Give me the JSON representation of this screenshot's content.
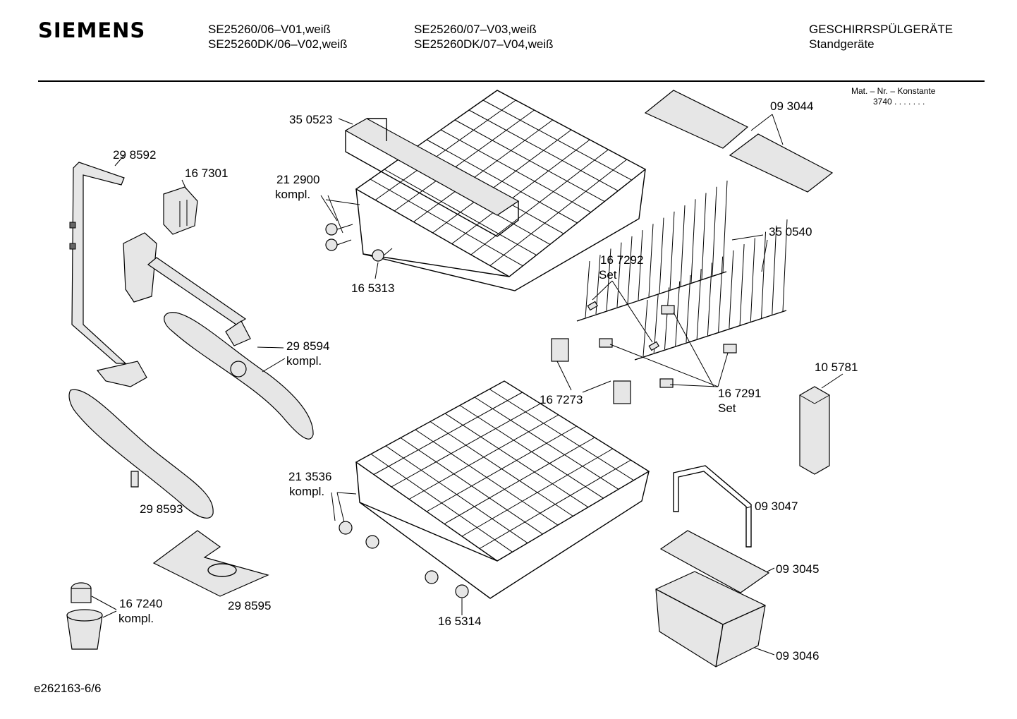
{
  "header": {
    "brand": "SIEMENS",
    "models_col1": [
      "SE25260/06–V01,weiß",
      "SE25260DK/06–V02,weiß"
    ],
    "models_col2": [
      "SE25260/07–V03,weiß",
      "SE25260DK/07–V04,weiß"
    ],
    "category": "GESCHIRRSPÜLGERÄTE",
    "subcategory": "Standgeräte",
    "constant_label": "Mat. – Nr. – Konstante",
    "constant_value": "3740 . . . . . . ."
  },
  "parts": {
    "p350523": "35 0523",
    "p212900": "21 2900",
    "p212900_note": "kompl.",
    "p165313": "16 5313",
    "p298592": "29 8592",
    "p167301": "16 7301",
    "p298594": "29 8594",
    "p298594_note": "kompl.",
    "p298593": "29 8593",
    "p298595": "29 8595",
    "p167240": "16 7240",
    "p167240_note": "kompl.",
    "p093044": "09 3044",
    "p350540": "35 0540",
    "p167292": "16 7292",
    "p167292_note": "Set",
    "p167273": "16 7273",
    "p167291": "16 7291",
    "p167291_note": "Set",
    "p105781": "10 5781",
    "p213536": "21 3536",
    "p213536_note": "kompl.",
    "p165314": "16 5314",
    "p093047": "09 3047",
    "p093045": "09 3045",
    "p093046": "09 3046"
  },
  "footer": {
    "drawing_id": "e262163-6/6"
  }
}
